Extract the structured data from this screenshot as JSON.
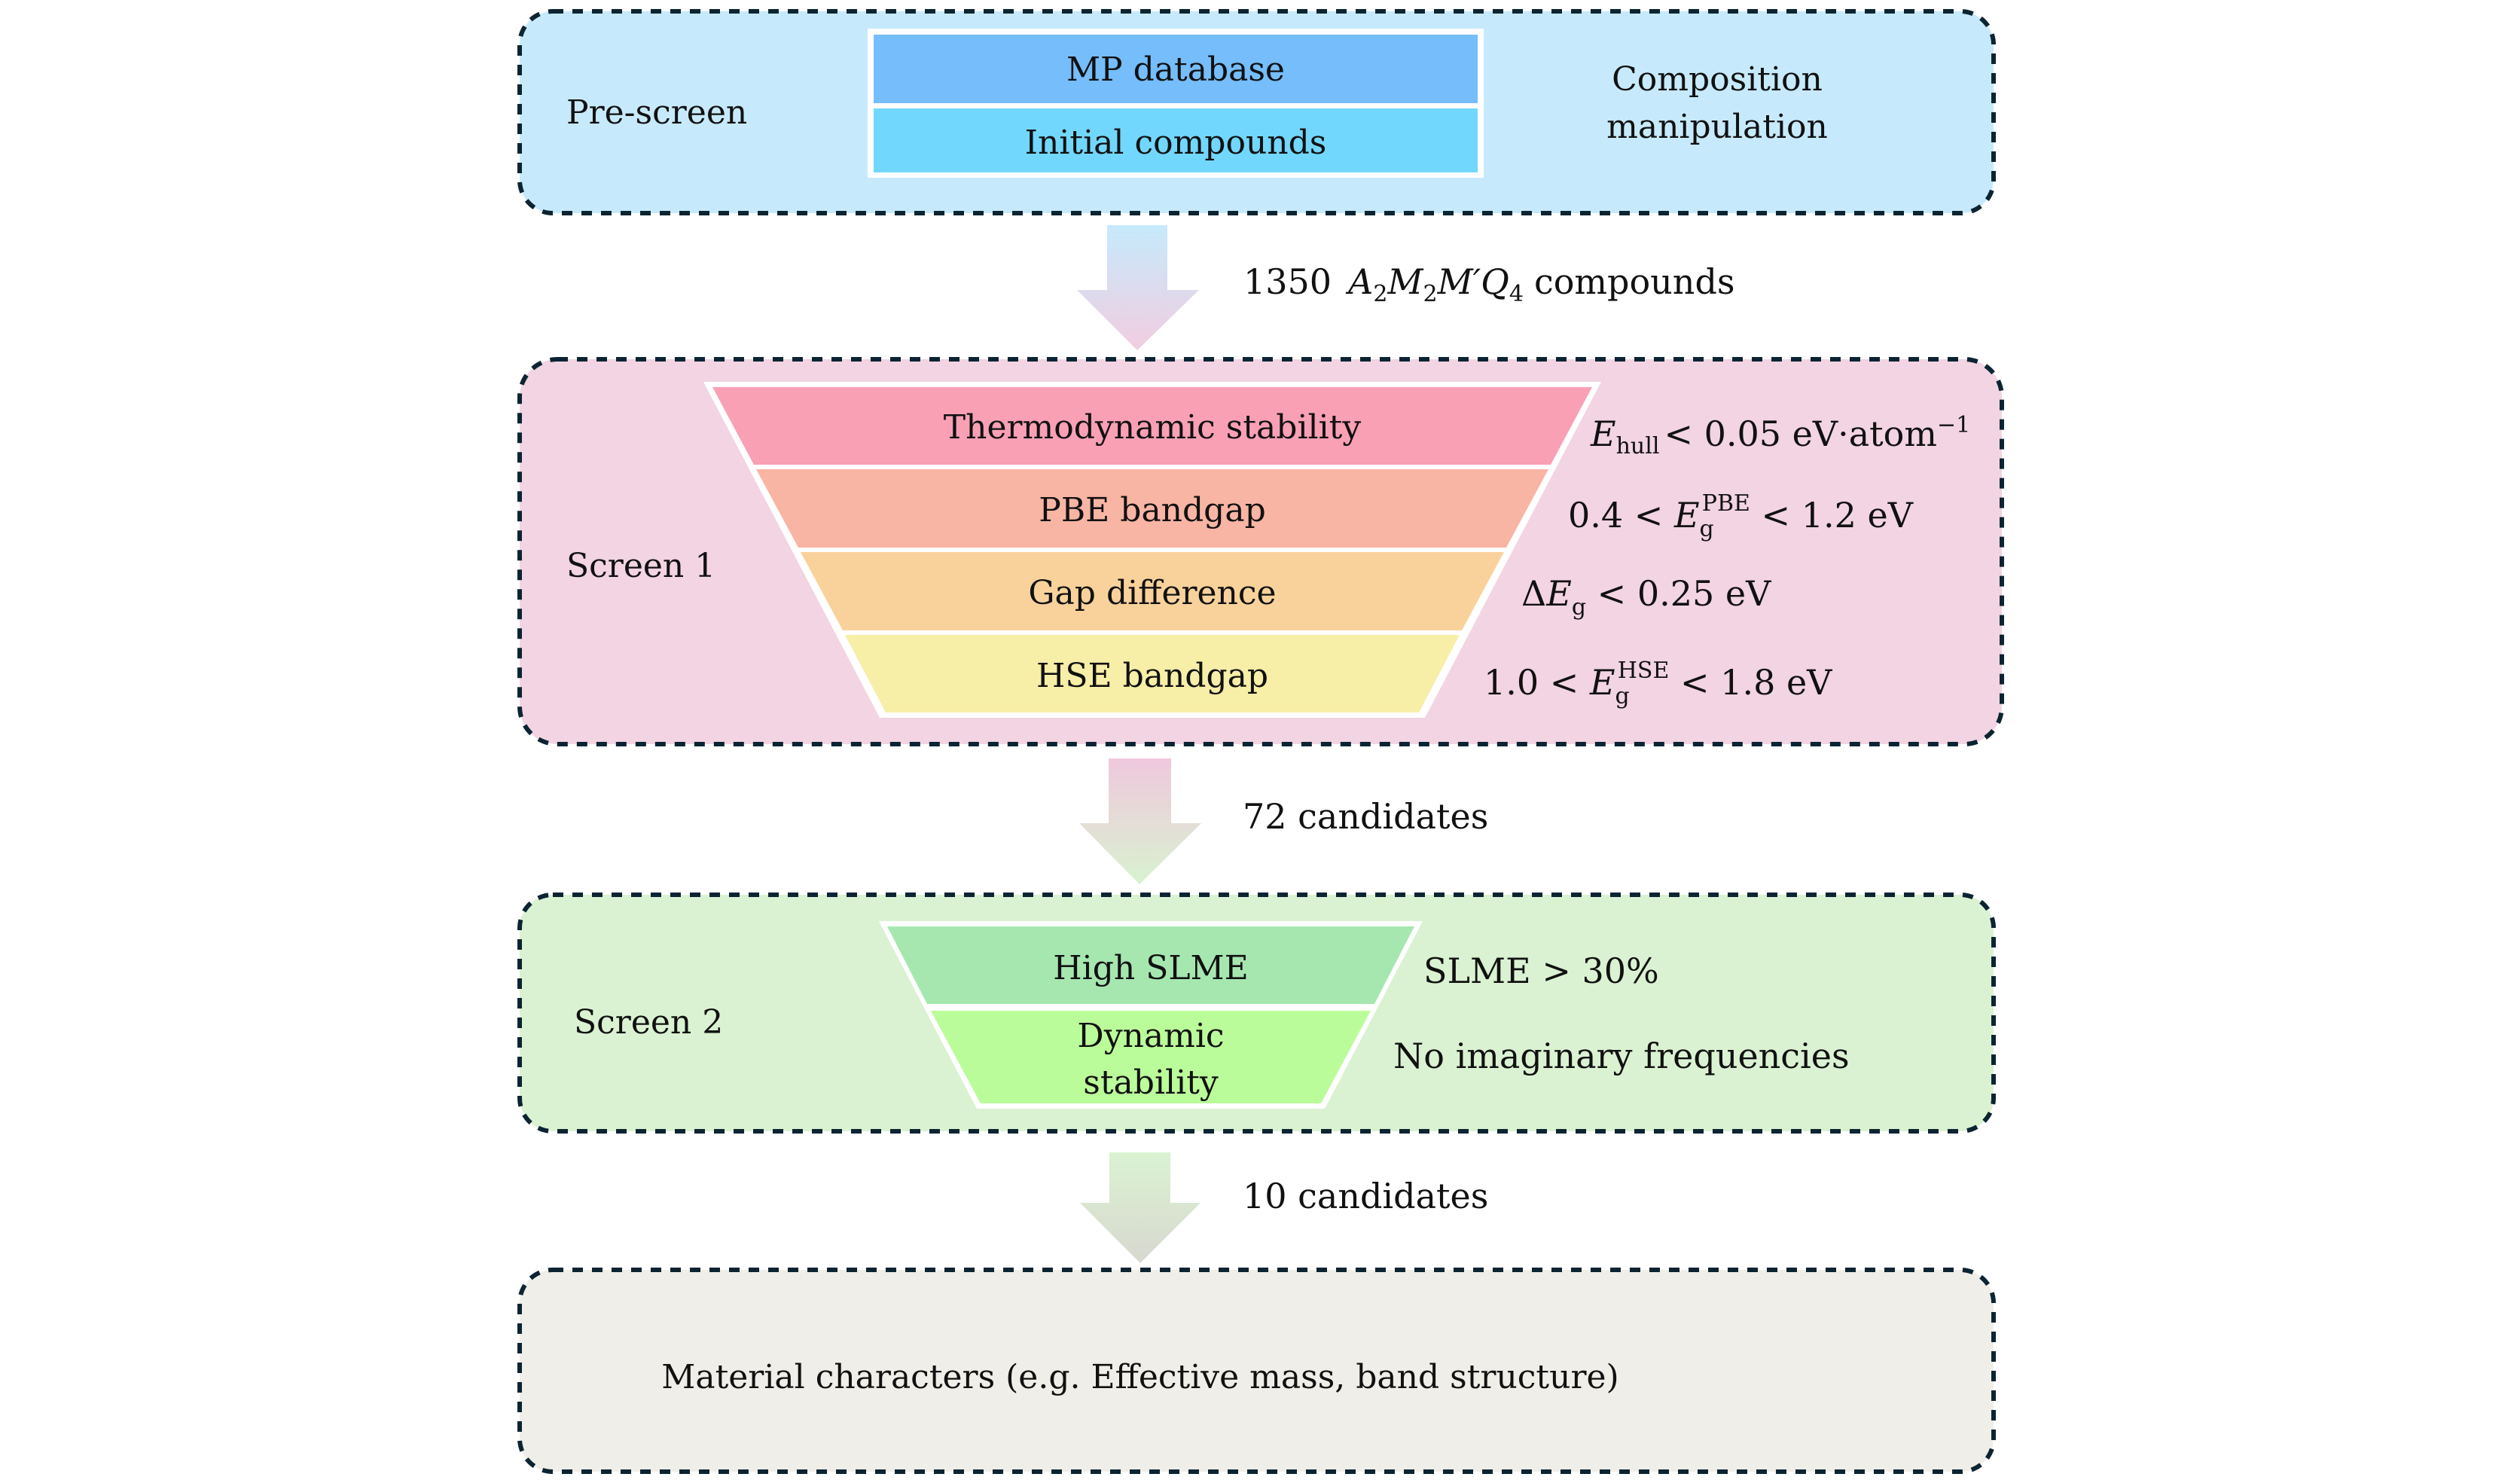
{
  "title": "High-throughput screening workflow for A2M2M'Q4 compounds",
  "colors": {
    "border": "#0c2432",
    "prescreen_bg": "#c6eafc",
    "screen1_bg": "#f2d4e2",
    "screen2_bg": "#daf2d2",
    "final_bg": "#efeee8",
    "mp_database": "#75bdfb",
    "initial_compounds": "#72d7fd",
    "thermo": "#f9a0b5",
    "pbe": "#f8b5a4",
    "gapdiff": "#f9d29b",
    "hse": "#f7eea8",
    "high_slme": "#a6e7b0",
    "dynamic": "#bbfc9a"
  },
  "prescreen": {
    "label": "Pre-screen",
    "steps": [
      "MP database",
      "Initial compounds"
    ],
    "side_note_line1": "Composition",
    "side_note_line2": "manipulation"
  },
  "arrow1": {
    "count": "1350",
    "formula": {
      "A": "A",
      "A_sub": "2",
      "M": "M",
      "M_sub": "2",
      "Mp": "M′",
      "Q": "Q",
      "Q_sub": "4"
    },
    "suffix": "compounds"
  },
  "screen1": {
    "label": "Screen 1",
    "steps": [
      "Thermodynamic stability",
      "PBE bandgap",
      "Gap difference",
      "HSE bandgap"
    ],
    "criteria": {
      "thermo": {
        "E": "E",
        "sub": "hull",
        "rest": "< 0.05 eV·atom",
        "sup": "−1"
      },
      "pbe": {
        "pre": "0.4 < ",
        "E": "E",
        "sub": "g",
        "sup": "PBE",
        "post": " < 1.2 eV"
      },
      "gapdiff": {
        "delta": "Δ",
        "E": "E",
        "sub": "g",
        "post": " < 0.25 eV"
      },
      "hse": {
        "pre": "1.0 < ",
        "E": "E",
        "sub": "g",
        "sup": "HSE",
        "post": " < 1.8 eV"
      }
    }
  },
  "arrow2": {
    "label": "72 candidates"
  },
  "screen2": {
    "label": "Screen 2",
    "steps": [
      "High SLME",
      "Dynamic",
      "stability"
    ],
    "criteria": [
      "SLME > 30%",
      "No imaginary frequencies"
    ]
  },
  "arrow3": {
    "label": "10 candidates"
  },
  "final": {
    "label": "Material characters (e.g. Effective mass, band structure)"
  }
}
